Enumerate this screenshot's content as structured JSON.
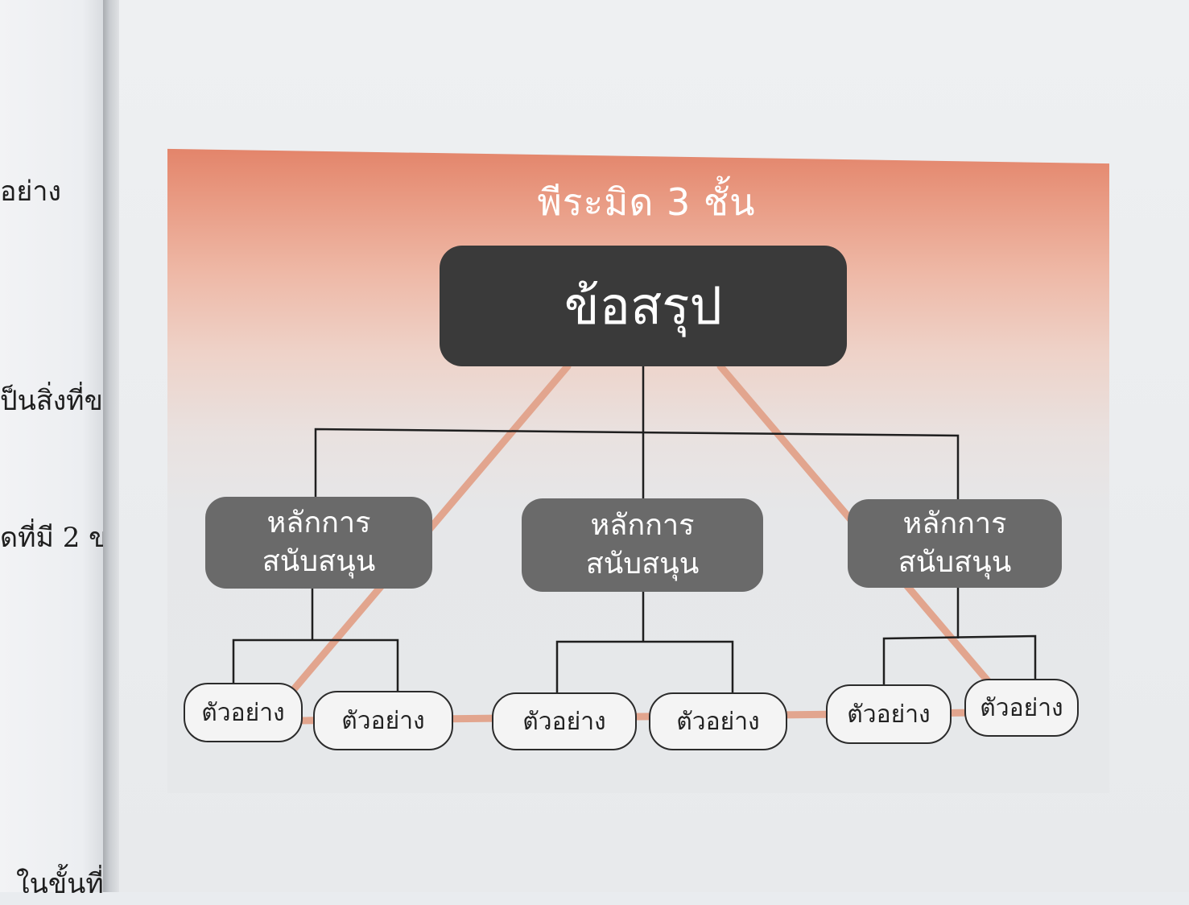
{
  "left_page_fragments": [
    "อย่าง",
    "ป็นสิ่งที่ข",
    "ดที่มี 2 ข",
    "ในขั้นที่"
  ],
  "diagram": {
    "title": "พีระมิด 3 ชั้น",
    "top_node": "ข้อสรุป",
    "support_nodes": [
      {
        "line1": "หลักการ",
        "line2": "สนับสนุน"
      },
      {
        "line1": "หลักการ",
        "line2": "สนับสนุน"
      },
      {
        "line1": "หลักการ",
        "line2": "สนับสนุน"
      }
    ],
    "example_nodes": [
      "ตัวอย่าง",
      "ตัวอย่าง",
      "ตัวอย่าง",
      "ตัวอย่าง",
      "ตัวอย่าง",
      "ตัวอย่าง"
    ]
  },
  "colors": {
    "panel_top": "#e07a5f",
    "panel_bottom": "#e6e8ea",
    "top_node": "#3a3a3a",
    "support_node": "#6a6a6a",
    "pyramid_line": "#e2a58e",
    "connector": "#1f1f1f"
  }
}
